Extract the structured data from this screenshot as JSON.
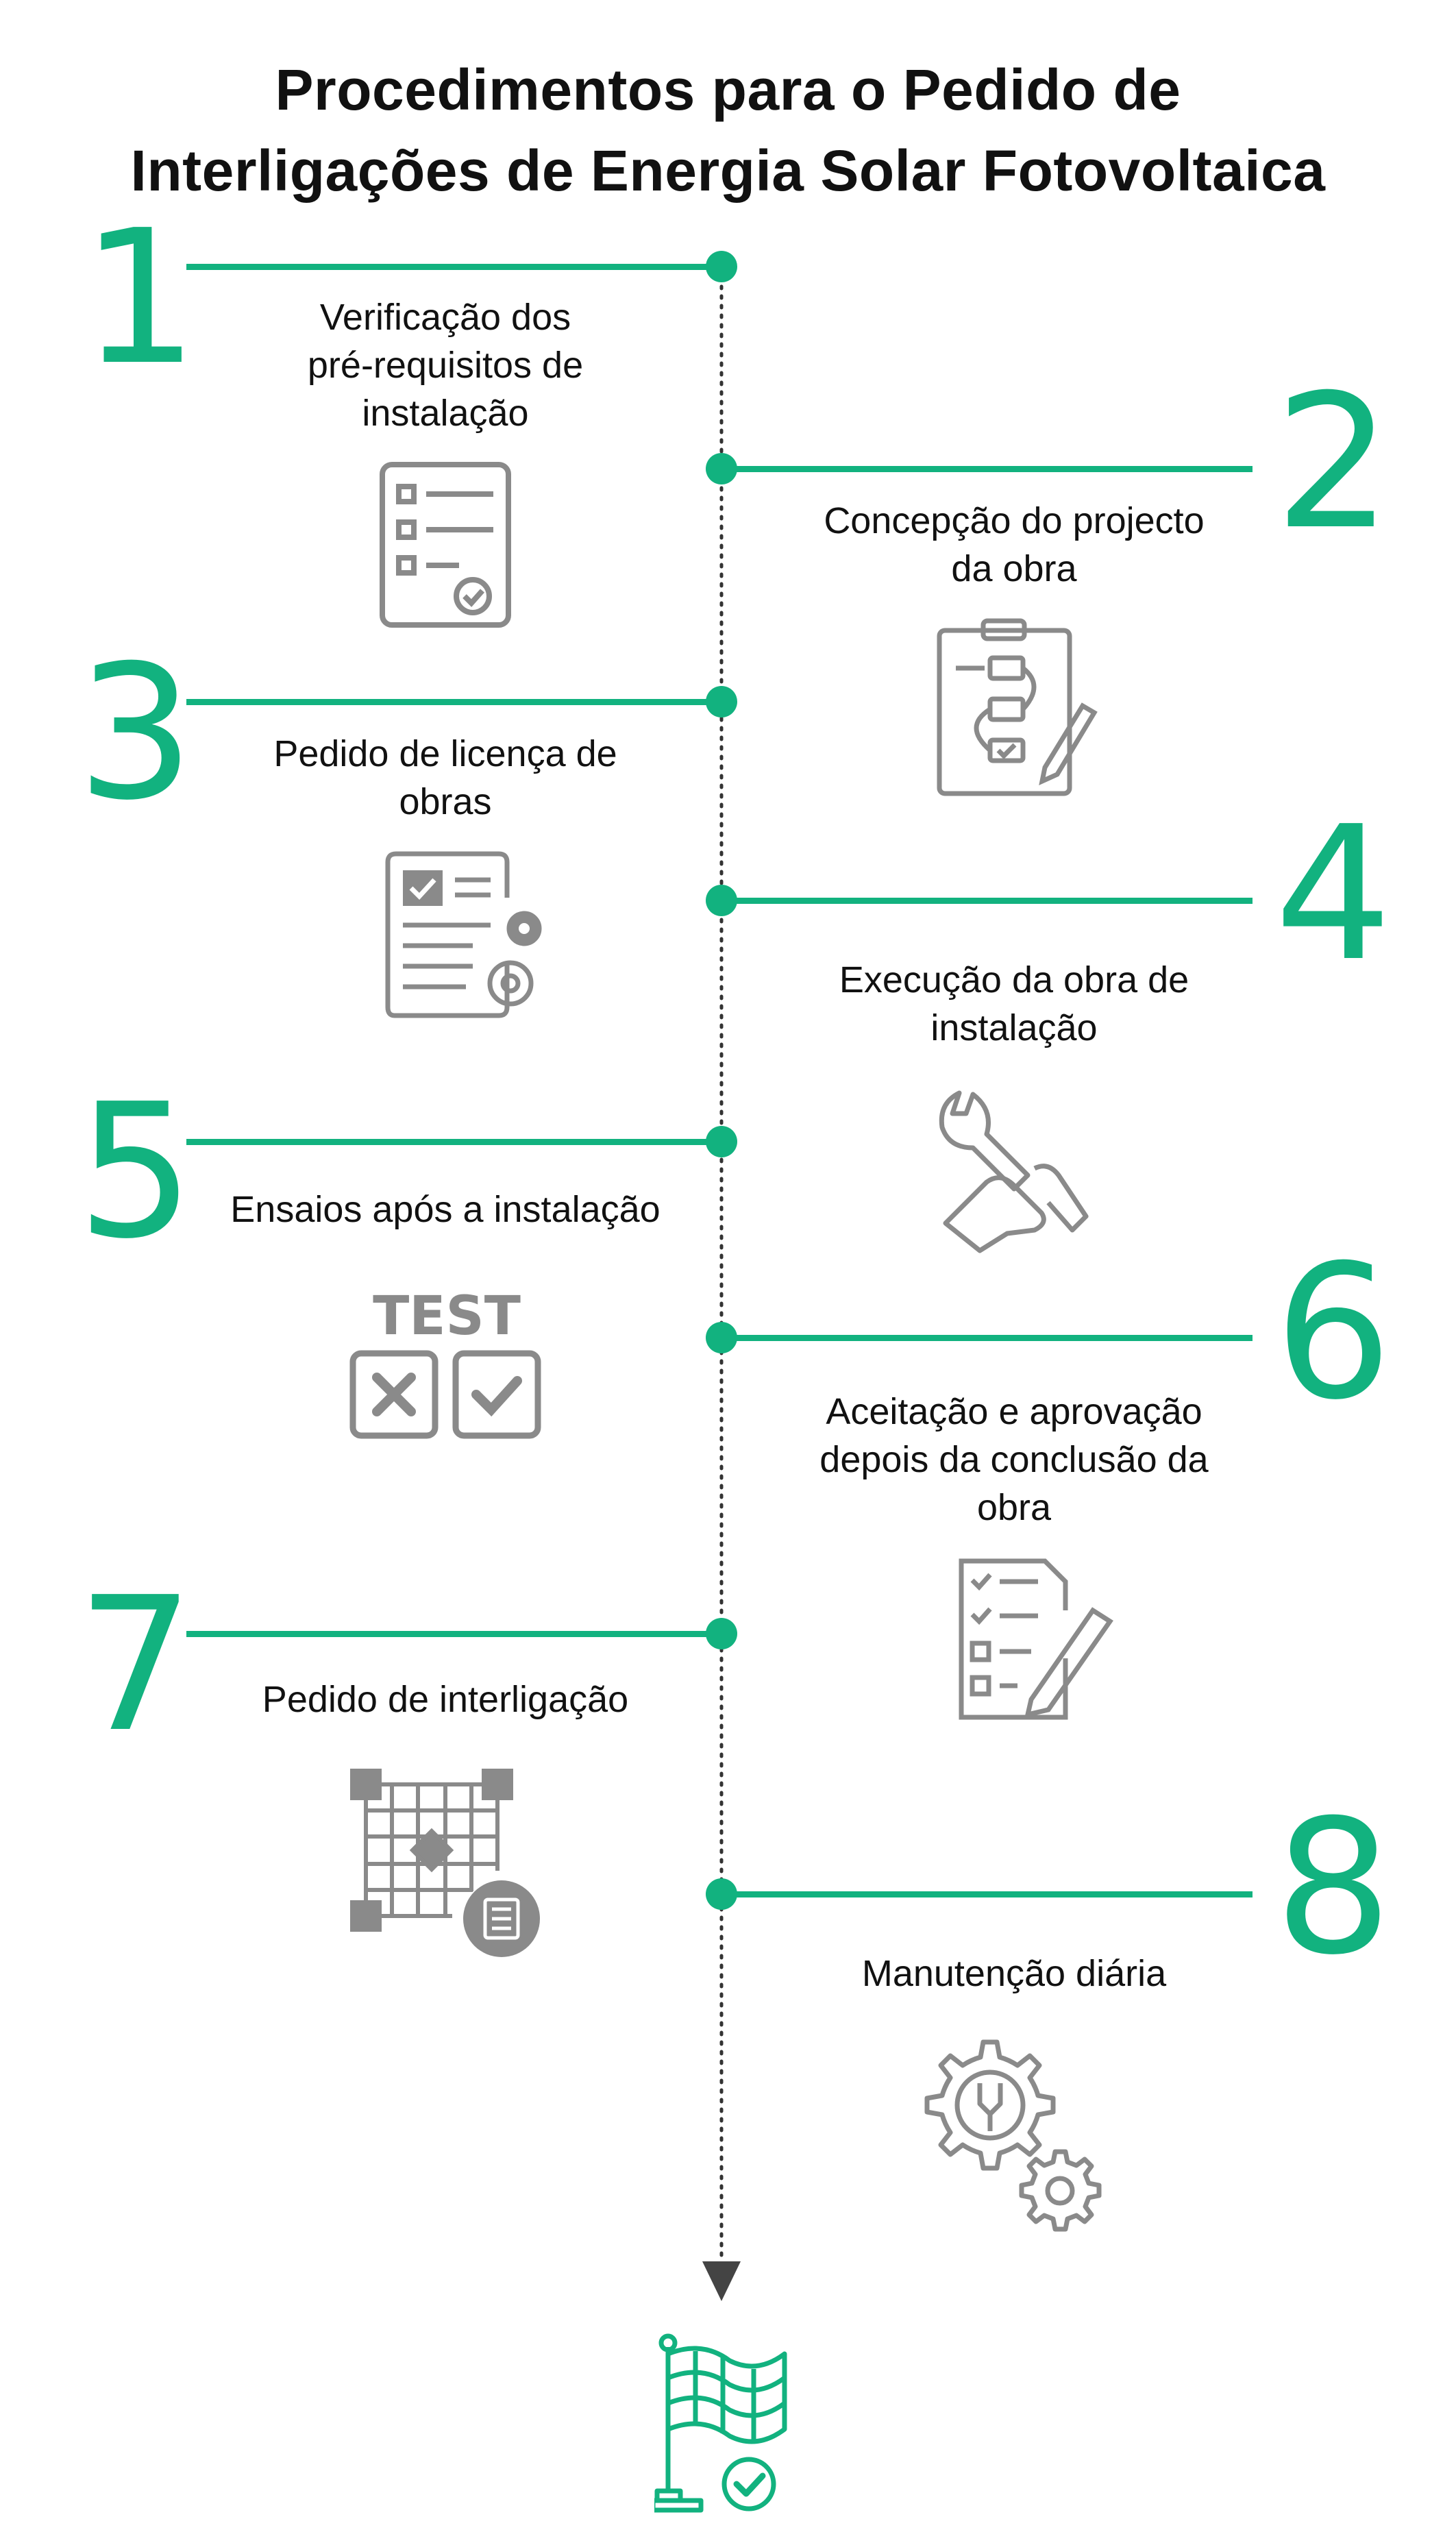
{
  "title": {
    "line1": "Procedimentos para o Pedido de",
    "line2": "Interligações de Energia Solar Fotovoltaica"
  },
  "steps": [
    {
      "number": "1",
      "label_lines": [
        "Verificação dos",
        "pré-requisitos de",
        "instalação"
      ],
      "icon": "checklist-document-icon"
    },
    {
      "number": "2",
      "label_lines": [
        "Concepção do projecto",
        "da obra"
      ],
      "icon": "clipboard-flow-pencil-icon"
    },
    {
      "number": "3",
      "label_lines": [
        "Pedido de licença de",
        "obras"
      ],
      "icon": "document-gears-icon"
    },
    {
      "number": "4",
      "label_lines": [
        "Execução da obra de",
        "instalação"
      ],
      "icon": "hand-wrench-icon"
    },
    {
      "number": "5",
      "label_lines": [
        "Ensaios após a instalação"
      ],
      "icon": "test-boxes-icon"
    },
    {
      "number": "6",
      "label_lines": [
        "Aceitação e aprovação",
        "depois da conclusão da",
        "obra"
      ],
      "icon": "checklist-pencil-icon"
    },
    {
      "number": "7",
      "label_lines": [
        "Pedido de interligação"
      ],
      "icon": "grid-network-icon"
    },
    {
      "number": "8",
      "label_lines": [
        "Manutenção diária"
      ],
      "icon": "gears-wrench-icon"
    }
  ],
  "test_icon_text": "TEST",
  "finish_icon": "finish-flag-check-icon",
  "colors": {
    "accent": "#12b27f",
    "icon_gray": "#8a8a8a",
    "text": "#111111"
  }
}
